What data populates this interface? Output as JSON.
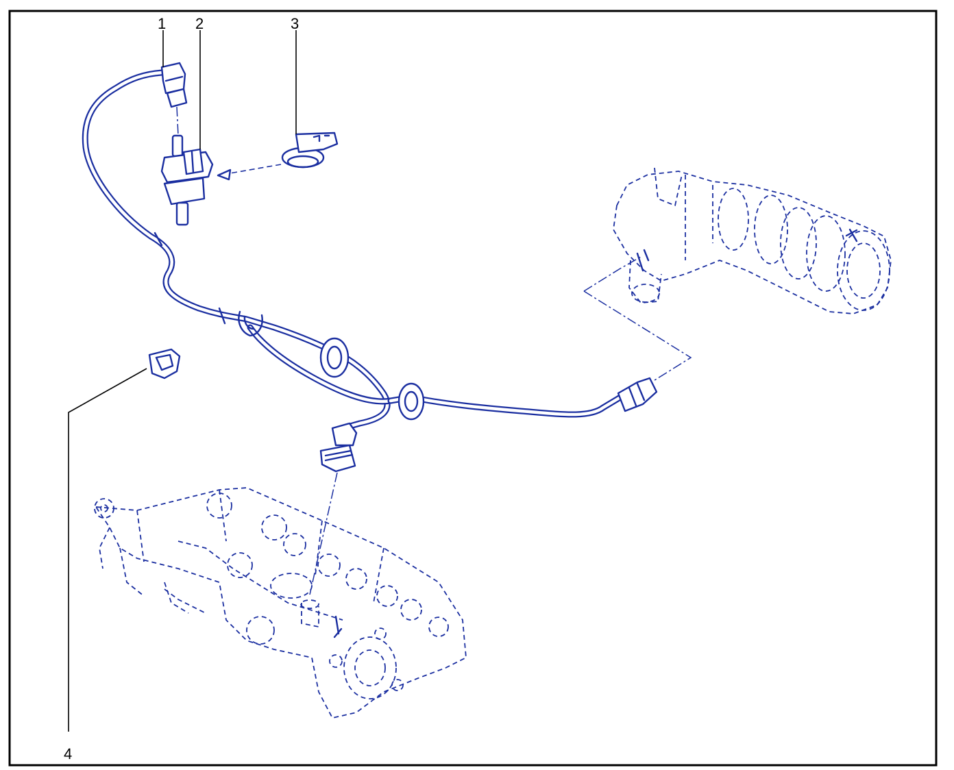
{
  "callouts": {
    "c1": "1",
    "c2": "2",
    "c3": "3",
    "c4": "4"
  },
  "colors": {
    "line_art": "#1a2ea0",
    "frame": "#000000",
    "background": "#ffffff"
  }
}
